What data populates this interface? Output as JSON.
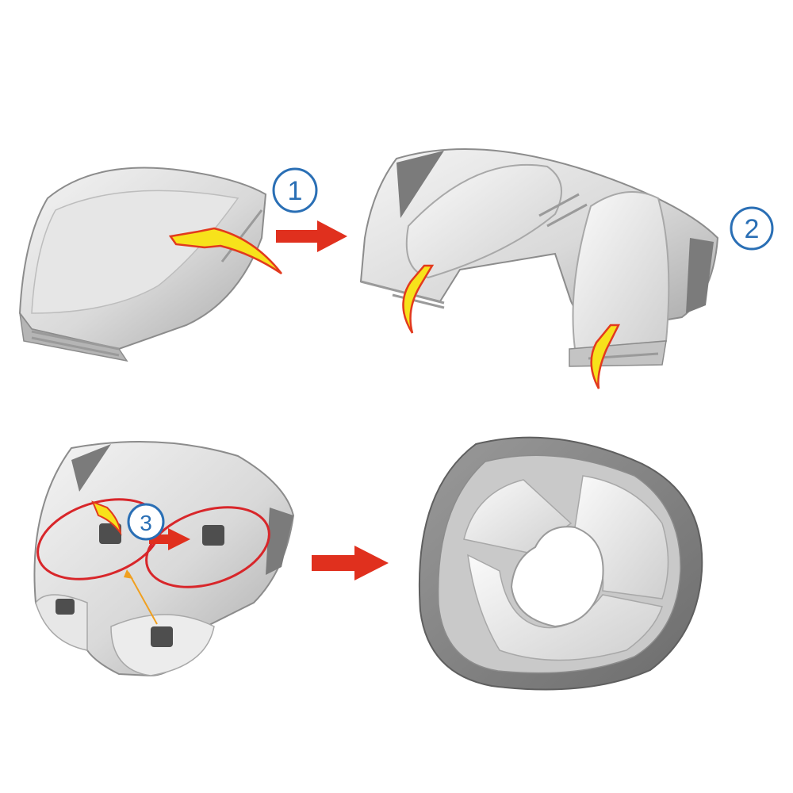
{
  "steps": [
    {
      "number": "1"
    },
    {
      "number": "2"
    },
    {
      "number": "3"
    }
  ],
  "colors": {
    "step_circle": "#2a6fb5",
    "arrow": "#e0301e",
    "fold_arrow_fill": "#f7e21b",
    "fold_arrow_outline": "#e23a1e",
    "highlight_ring": "#d8262a",
    "plastic_light": "#eeeeee",
    "plastic_mid": "#c9c9c9",
    "plastic_dark": "#8a8a8a",
    "rim_dark": "#7d7d7d"
  },
  "icons": {
    "step_badge": "circled-number-icon",
    "direction": "right-arrow-icon",
    "fold": "curved-fold-arrow-icon"
  }
}
